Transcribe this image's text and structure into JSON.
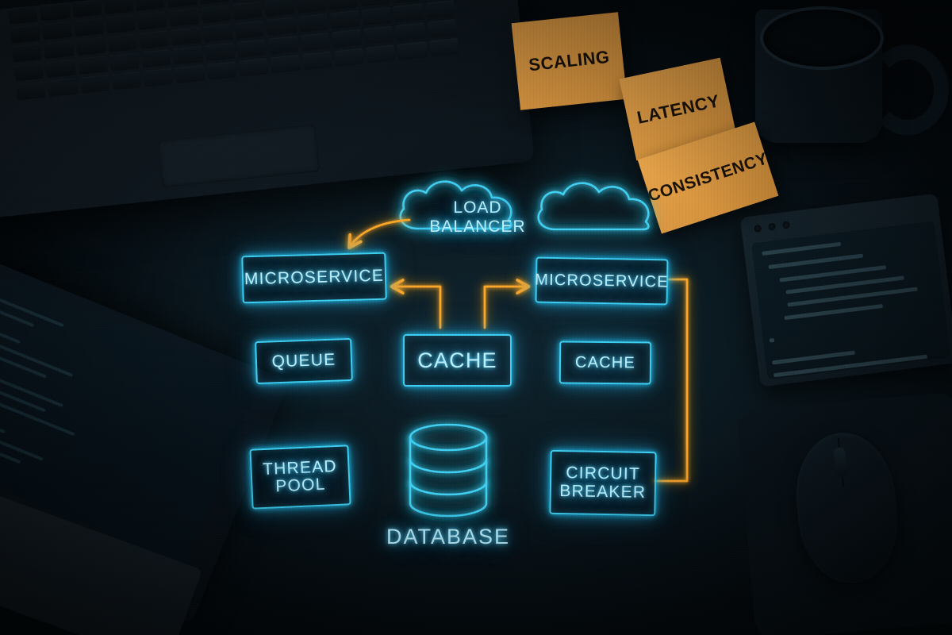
{
  "scene": {
    "title": "Neon system architecture diagram on dark desk",
    "accent_cyan": "#3fd0f2",
    "accent_orange": "#ffa726",
    "background": "#0b1920",
    "sticky_color": "#e8a44a"
  },
  "sticky_notes": [
    {
      "id": "scaling",
      "label": "SCALING"
    },
    {
      "id": "latency",
      "label": "LATENCY"
    },
    {
      "id": "consistency",
      "label": "CONSISTENCY"
    }
  ],
  "diagram": {
    "nodes": [
      {
        "id": "cloud-lb",
        "label": "LOAD\nBALANCER",
        "line1": "LOAD",
        "line2": "BALANCER",
        "shape": "cloud"
      },
      {
        "id": "cloud-right",
        "label": "",
        "shape": "cloud"
      },
      {
        "id": "microservice-left",
        "label": "MICROSERVICE",
        "shape": "box"
      },
      {
        "id": "microservice-right",
        "label": "MICROSERVICE",
        "shape": "box"
      },
      {
        "id": "queue",
        "label": "QUEUE",
        "shape": "box"
      },
      {
        "id": "cache-main",
        "label": "CACHE",
        "shape": "box"
      },
      {
        "id": "cache-right",
        "label": "CACHE",
        "shape": "box"
      },
      {
        "id": "thread-pool",
        "label": "THREAD\nPOOL",
        "line1": "THREAD",
        "line2": "POOL",
        "shape": "box"
      },
      {
        "id": "circuit-breaker",
        "label": "CIRCUIT\nBREAKER",
        "line1": "CIRCUIT",
        "line2": "BREAKER",
        "shape": "box"
      },
      {
        "id": "database",
        "label": "DATABASE",
        "shape": "cylinder"
      }
    ],
    "edges": [
      {
        "from": "cloud-right",
        "to": "cloud-lb",
        "color": "#ffa726"
      },
      {
        "from": "cloud-lb",
        "to": "microservice-left",
        "color": "#ffa726"
      },
      {
        "from": "cloud-right",
        "to": "microservice-right",
        "color": "#ffa726"
      },
      {
        "from": "cloud-lb",
        "to": "cache-main",
        "color": "#ffa726"
      },
      {
        "from": "cache-main",
        "to": "microservice-left",
        "color": "#ffa726"
      },
      {
        "from": "cache-main",
        "to": "microservice-right",
        "color": "#ffa726"
      },
      {
        "from": "microservice-left",
        "to": "queue",
        "color": "#ffa726"
      },
      {
        "from": "cache-main",
        "to": "queue",
        "color": "#ffa726"
      },
      {
        "from": "cache-main",
        "to": "cache-right",
        "color": "#3fd0f2"
      },
      {
        "from": "cache-main",
        "to": "database",
        "color": "#ffa726"
      },
      {
        "from": "queue",
        "to": "thread-pool",
        "color": "#ffa726"
      },
      {
        "from": "thread-pool",
        "to": "database",
        "color": "#ffa726"
      },
      {
        "from": "circuit-breaker",
        "to": "database",
        "color": "#ffa726"
      },
      {
        "from": "cache-right",
        "to": "circuit-breaker",
        "color": "#ffa726"
      },
      {
        "from": "cache-right",
        "to": "microservice-right",
        "color": "#ffa726"
      },
      {
        "from": "circuit-breaker",
        "to": "microservice-right",
        "color": "#ffa726"
      }
    ]
  },
  "props": [
    {
      "id": "laptop-top-left",
      "label": "laptop keyboard"
    },
    {
      "id": "laptop-bottom-left",
      "label": "laptop with code"
    },
    {
      "id": "code-monitor",
      "label": "code editor screen"
    },
    {
      "id": "coffee-mug",
      "label": "coffee mug"
    },
    {
      "id": "mouse",
      "label": "computer mouse"
    }
  ]
}
